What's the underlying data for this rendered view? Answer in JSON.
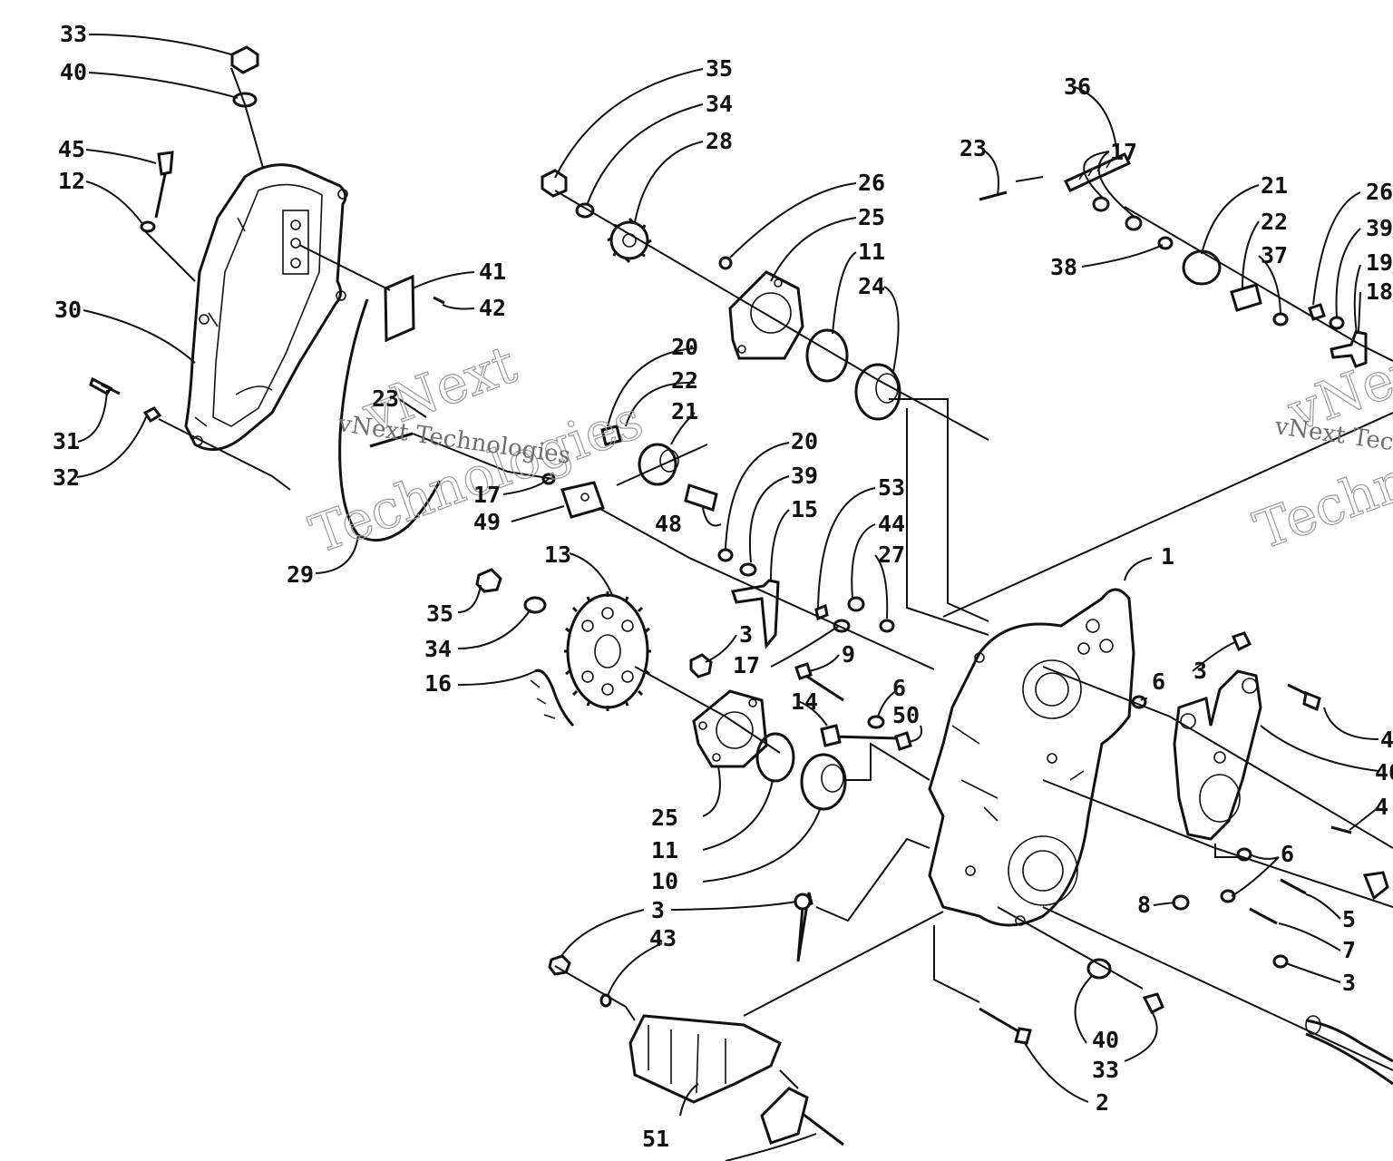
{
  "watermark": {
    "line1": "vNext",
    "line2": "Technologies",
    "small": "vNext Technologies"
  },
  "callouts": [
    {
      "id": "c33a",
      "label": "33"
    },
    {
      "id": "c40a",
      "label": "40"
    },
    {
      "id": "c45",
      "label": "45"
    },
    {
      "id": "c12",
      "label": "12"
    },
    {
      "id": "c30",
      "label": "30"
    },
    {
      "id": "c31",
      "label": "31"
    },
    {
      "id": "c32",
      "label": "32"
    },
    {
      "id": "c41",
      "label": "41"
    },
    {
      "id": "c42",
      "label": "42"
    },
    {
      "id": "c23a",
      "label": "23"
    },
    {
      "id": "c17a",
      "label": "17"
    },
    {
      "id": "c49",
      "label": "49"
    },
    {
      "id": "c29",
      "label": "29"
    },
    {
      "id": "c35a",
      "label": "35"
    },
    {
      "id": "c34a",
      "label": "34"
    },
    {
      "id": "c28",
      "label": "28"
    },
    {
      "id": "c26a",
      "label": "26"
    },
    {
      "id": "c25a",
      "label": "25"
    },
    {
      "id": "c11a",
      "label": "11"
    },
    {
      "id": "c24",
      "label": "24"
    },
    {
      "id": "c20a",
      "label": "20"
    },
    {
      "id": "c22a",
      "label": "22"
    },
    {
      "id": "c21a",
      "label": "21"
    },
    {
      "id": "c48",
      "label": "48"
    },
    {
      "id": "c20b",
      "label": "20"
    },
    {
      "id": "c39a",
      "label": "39"
    },
    {
      "id": "c15",
      "label": "15"
    },
    {
      "id": "c53",
      "label": "53"
    },
    {
      "id": "c44",
      "label": "44"
    },
    {
      "id": "c27",
      "label": "27"
    },
    {
      "id": "c13",
      "label": "13"
    },
    {
      "id": "c35b",
      "label": "35"
    },
    {
      "id": "c34b",
      "label": "34"
    },
    {
      "id": "c16",
      "label": "16"
    },
    {
      "id": "c3a",
      "label": "3"
    },
    {
      "id": "c17b",
      "label": "17"
    },
    {
      "id": "c9",
      "label": "9"
    },
    {
      "id": "c14",
      "label": "14"
    },
    {
      "id": "c6a",
      "label": "6"
    },
    {
      "id": "c50",
      "label": "50"
    },
    {
      "id": "c25b",
      "label": "25"
    },
    {
      "id": "c11b",
      "label": "11"
    },
    {
      "id": "c10",
      "label": "10"
    },
    {
      "id": "c3b",
      "label": "3"
    },
    {
      "id": "c43",
      "label": "43"
    },
    {
      "id": "c51",
      "label": "51"
    },
    {
      "id": "c36",
      "label": "36"
    },
    {
      "id": "c23b",
      "label": "23"
    },
    {
      "id": "c17c",
      "label": "17"
    },
    {
      "id": "c21b",
      "label": "21"
    },
    {
      "id": "c22b",
      "label": "22"
    },
    {
      "id": "c37",
      "label": "37"
    },
    {
      "id": "c38",
      "label": "38"
    },
    {
      "id": "c26b",
      "label": "26"
    },
    {
      "id": "c39b",
      "label": "39"
    },
    {
      "id": "c19",
      "label": "19"
    },
    {
      "id": "c18",
      "label": "18"
    },
    {
      "id": "c1",
      "label": "1"
    },
    {
      "id": "c6b",
      "label": "6"
    },
    {
      "id": "c3c",
      "label": "3"
    },
    {
      "id": "c4a",
      "label": "4"
    },
    {
      "id": "c40b",
      "label": "40"
    },
    {
      "id": "c4b",
      "label": "4"
    },
    {
      "id": "c6c",
      "label": "6"
    },
    {
      "id": "c5",
      "label": "5"
    },
    {
      "id": "c7",
      "label": "7"
    },
    {
      "id": "c3d",
      "label": "3"
    },
    {
      "id": "c8",
      "label": "8"
    },
    {
      "id": "c40c",
      "label": "40"
    },
    {
      "id": "c33b",
      "label": "33"
    },
    {
      "id": "c2",
      "label": "2"
    }
  ]
}
